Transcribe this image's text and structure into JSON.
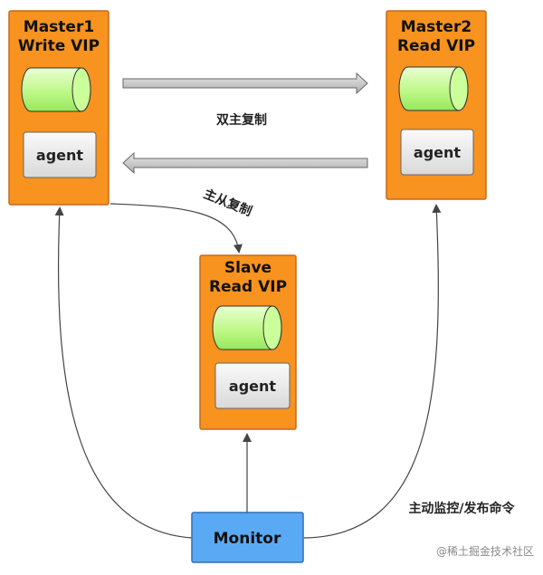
{
  "nodes": {
    "master1": {
      "line1": "Master1",
      "line2": "Write VIP",
      "agent": "agent"
    },
    "master2": {
      "line1": "Master2",
      "line2": "Read VIP",
      "agent": "agent"
    },
    "slave": {
      "line1": "Slave",
      "line2": "Read VIP",
      "agent": "agent"
    },
    "monitor": {
      "label": "Monitor"
    }
  },
  "labels": {
    "dual_master": "双主复制",
    "master_slave": "主从复制",
    "monitor_cmd": "主动监控/发布命令"
  },
  "watermark": "@稀土掘金技术社区",
  "colors": {
    "node_fill": "#f7931e",
    "node_border": "#c8691a",
    "db_fill": "#ccff99",
    "agent_fill": "#e6e6e6",
    "monitor_fill": "#5aa9f5",
    "arrow_fill": "#c8c8c8",
    "line": "#444444"
  }
}
